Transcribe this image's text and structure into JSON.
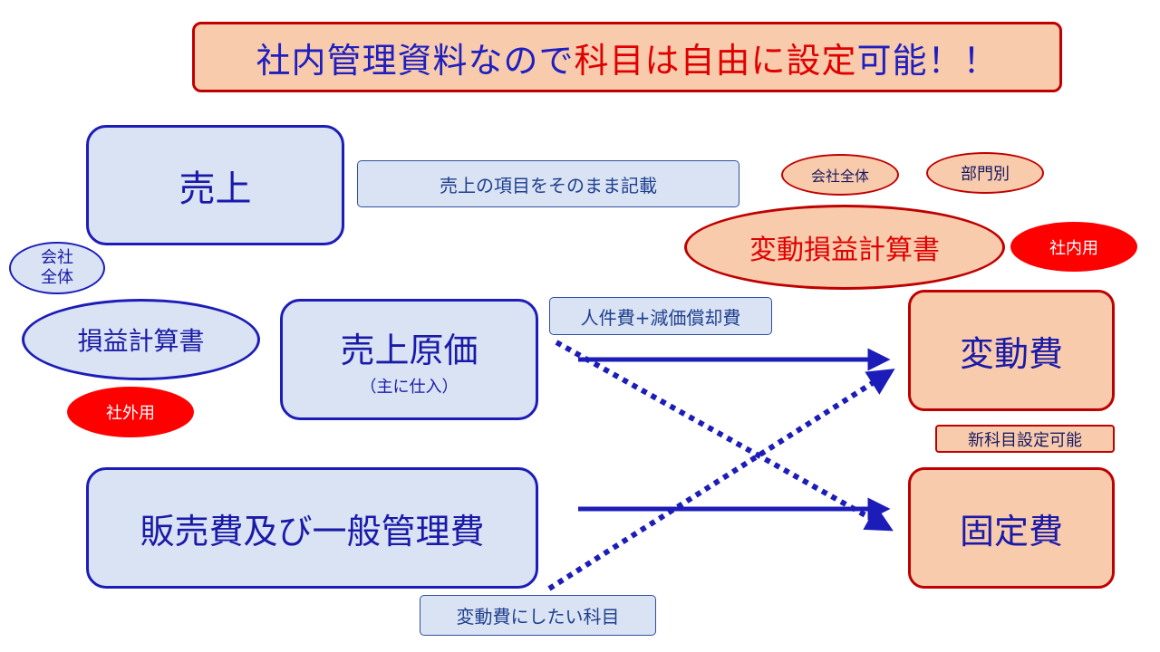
{
  "banner": {
    "part1": "社内管理資料なので",
    "part2": "科目は自由に設定",
    "part3": "可能！！"
  },
  "left": {
    "sales": "売上",
    "cogs": "売上原価",
    "cogs_sub": "（主に仕入）",
    "sga": "販売費及び一般管理費",
    "company_wide": "会社\n全体",
    "income_statement": "損益計算書",
    "external_use": "社外用"
  },
  "notes": {
    "sales_note": "売上の項目をそのまま記載",
    "personnel_note": "人件費+減価償却費",
    "variable_note": "変動費にしたい科目",
    "new_account_note": "新科目設定可能"
  },
  "right": {
    "company_wide": "会社全体",
    "by_department": "部門別",
    "variable_pl": "変動損益計算書",
    "internal_use": "社内用",
    "variable_cost": "変動費",
    "fixed_cost": "固定費"
  },
  "colors": {
    "accent_blue": "#1c1cb8",
    "accent_red": "#c00000",
    "fill_blue": "#dae3f3",
    "fill_orange": "#f8cbad"
  }
}
